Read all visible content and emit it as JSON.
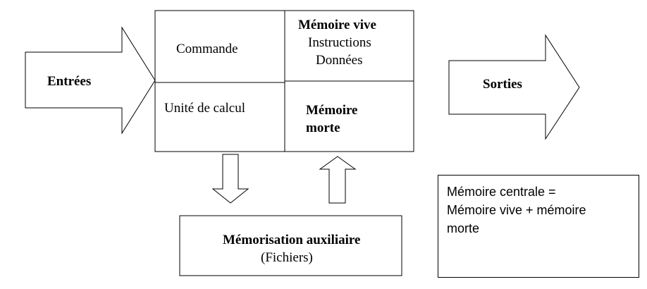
{
  "inputs": {
    "label": "Entrées"
  },
  "outputs": {
    "label": "Sorties"
  },
  "cpu": {
    "control_label": "Commande",
    "alu_label": "Unité de calcul"
  },
  "ram": {
    "title": "Mémoire vive",
    "line1": "Instructions",
    "line2": "Données"
  },
  "rom": {
    "line1": "Mémoire",
    "line2": "morte"
  },
  "auxiliary_storage": {
    "title": "Mémorisation auxiliaire",
    "subtitle": "(Fichiers)"
  },
  "central_memory_note": {
    "line1": "Mémoire centrale =",
    "line2": "Mémoire vive + mémoire",
    "line3": "morte"
  }
}
